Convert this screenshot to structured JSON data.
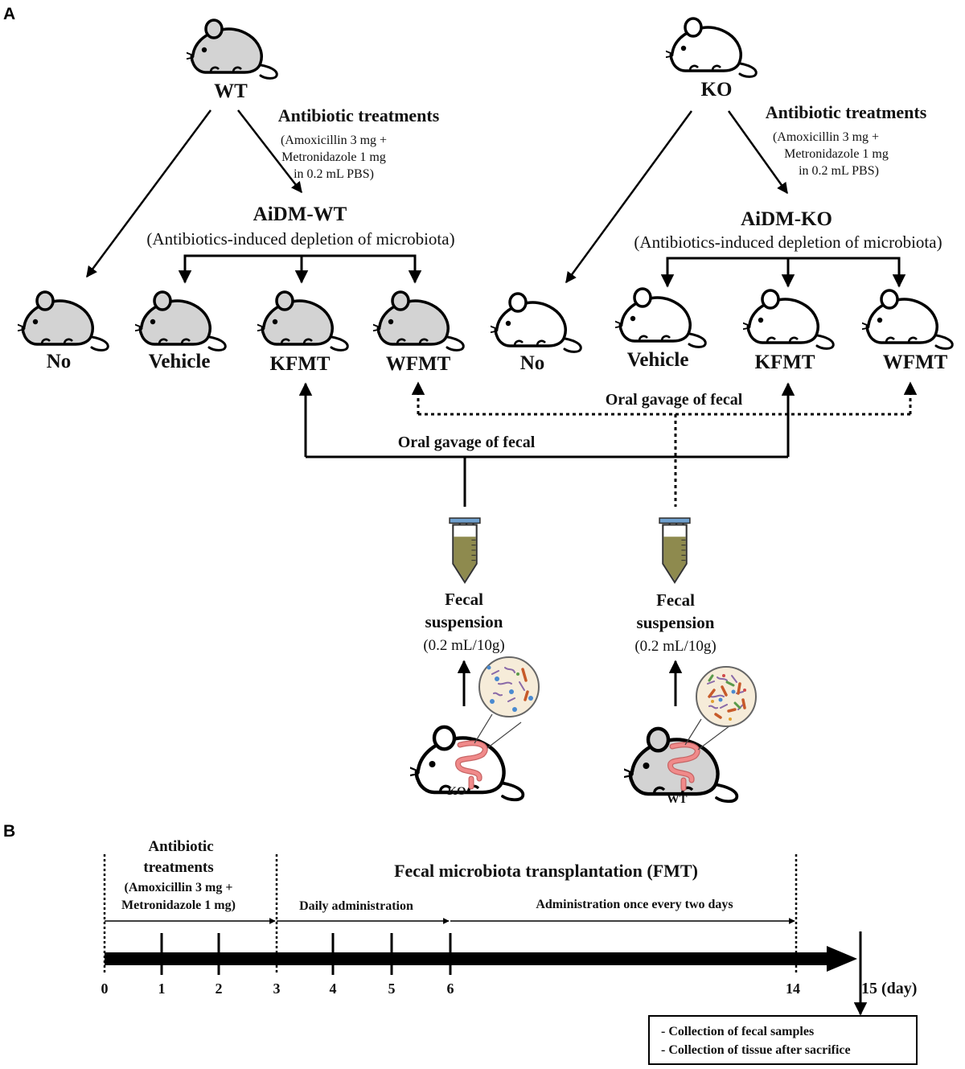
{
  "panel_a": {
    "label": "A",
    "wt_branch": {
      "source_label": "WT",
      "treatment_title": "Antibiotic treatments",
      "treatment_lines": [
        "(Amoxicillin 3 mg +",
        "Metronidazole 1 mg",
        "in 0.2 mL PBS)"
      ],
      "group_title": "AiDM-WT",
      "group_subtitle": "(Antibiotics-induced depletion of microbiota)",
      "mice": [
        "No",
        "Vehicle",
        "KFMT",
        "WFMT"
      ],
      "fill": "#d3d3d3"
    },
    "ko_branch": {
      "source_label": "KO",
      "treatment_title": "Antibiotic treatments",
      "treatment_lines": [
        "(Amoxicillin 3 mg +",
        "Metronidazole 1 mg",
        "in 0.2 mL PBS)"
      ],
      "group_title": "AiDM-KO",
      "group_subtitle": "(Antibiotics-induced depletion of microbiota)",
      "mice": [
        "No",
        "Vehicle",
        "KFMT",
        "WFMT"
      ],
      "fill": "#ffffff"
    },
    "gavage_solid_label": "Oral gavage of fecal",
    "gavage_dotted_label": "Oral gavage of fecal",
    "donor_ko": {
      "suspension_lines": [
        "Fecal",
        "suspension",
        "(0.2 mL/10g)"
      ],
      "mouse_label": "KO"
    },
    "donor_wt": {
      "suspension_lines": [
        "Fecal",
        "suspension",
        "(0.2 mL/10g)"
      ],
      "mouse_label": "WT"
    }
  },
  "panel_b": {
    "label": "B",
    "antibiotic_lines": [
      "Antibiotic",
      "treatments",
      "(Amoxicillin 3 mg +",
      "Metronidazole 1 mg)"
    ],
    "fmt_title": "Fecal microbiota transplantation (FMT)",
    "daily_label": "Daily administration",
    "every_two_days_label": "Administration once every two days",
    "ticks": [
      "0",
      "1",
      "2",
      "3",
      "4",
      "5",
      "6",
      "14"
    ],
    "end_label": "15 (day)",
    "box_lines": [
      "- Collection of fecal samples",
      "- Collection of tissue after sacrifice"
    ]
  },
  "colors": {
    "wt_mouse": "#d3d3d3",
    "ko_mouse": "#ffffff",
    "suspension": "#8e8a4e",
    "intestine": "#f08a8a",
    "line": "#000000"
  }
}
